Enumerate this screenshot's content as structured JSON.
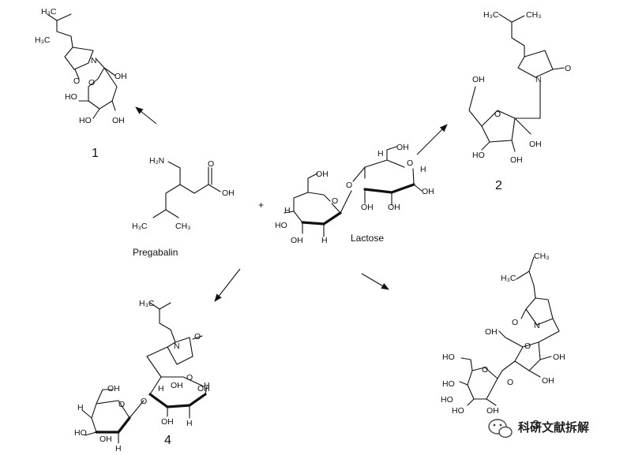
{
  "scheme": {
    "reactant_label": "Pregabalin",
    "reagent_label": "Lactose",
    "plus": "+",
    "product_numbers": [
      "1",
      "2",
      "3",
      "4"
    ]
  },
  "atoms": {
    "nh2": "H₂N",
    "oh": "OH",
    "ho": "HO",
    "o": "O",
    "n": "N",
    "h": "H",
    "h3c": "H₃C",
    "ch3": "CH₃"
  },
  "watermark": {
    "text": "科研文献拆解"
  }
}
